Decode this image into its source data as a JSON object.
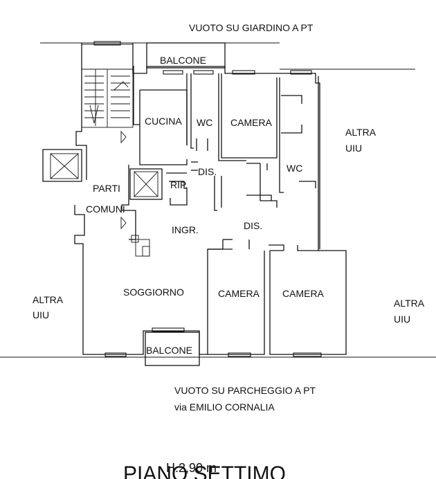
{
  "labels": {
    "top_note": "VUOTO SU GIARDINO A PT",
    "balcone_top": "BALCONE",
    "cucina": "CUCINA",
    "wc_top": "WC",
    "camera_top": "CAMERA",
    "altra_uiu_right_top": [
      "ALTRA",
      "UIU"
    ],
    "wc_right": "WC",
    "dis_small": "DIS.",
    "rip": "RIP.",
    "parti_comuni": [
      "PARTI",
      "COMUNI"
    ],
    "ingr": "INGR.",
    "dis": "DIS.",
    "altra_uiu_left": [
      "ALTRA",
      "UIU"
    ],
    "soggiorno": "SOGGIORNO",
    "camera_mid": "CAMERA",
    "camera_right": "CAMERA",
    "altra_uiu_right_bottom": [
      "ALTRA",
      "UIU"
    ],
    "balcone_bottom": "BALCONE",
    "bottom_note_1": "VUOTO SU PARCHEGGIO A PT",
    "bottom_note_2": "via EMILIO CORNALIA",
    "floor_title": "PIANO SETTIMO",
    "height_note": "H.2,90 m"
  }
}
